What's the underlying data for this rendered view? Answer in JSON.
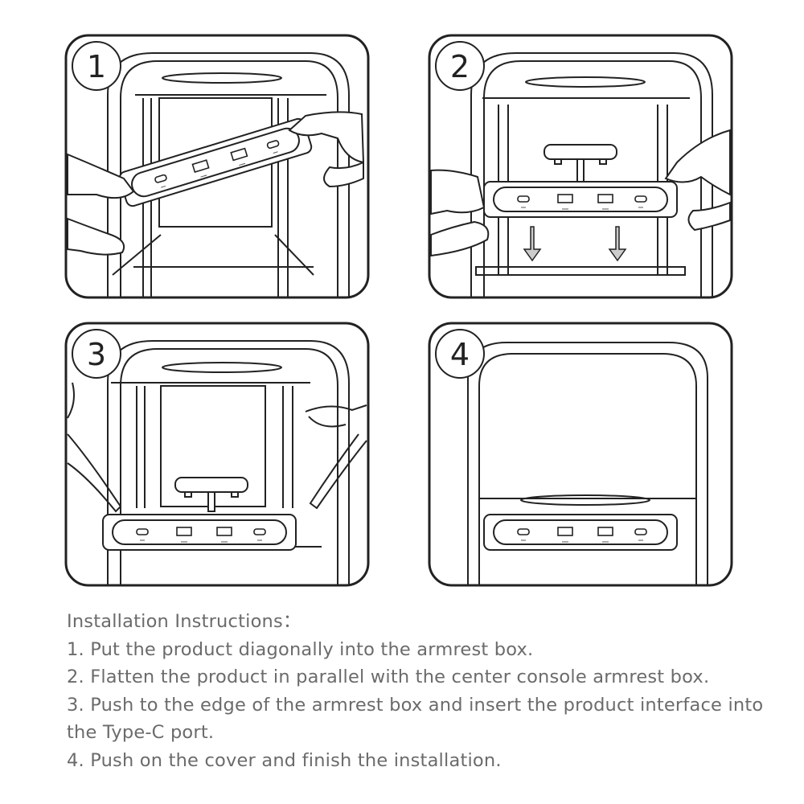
{
  "steps": [
    {
      "number": "1"
    },
    {
      "number": "2"
    },
    {
      "number": "3"
    },
    {
      "number": "4"
    }
  ],
  "instructions": {
    "heading": "Installation Instructions：",
    "lines": [
      "1. Put the product diagonally into the armrest box.",
      "2. Flatten the product in parallel with the center console armrest box.",
      "3. Push to the edge of the armrest box and insert the product interface into the Type-C port.",
      "4. Push on the cover and finish the installation."
    ]
  }
}
